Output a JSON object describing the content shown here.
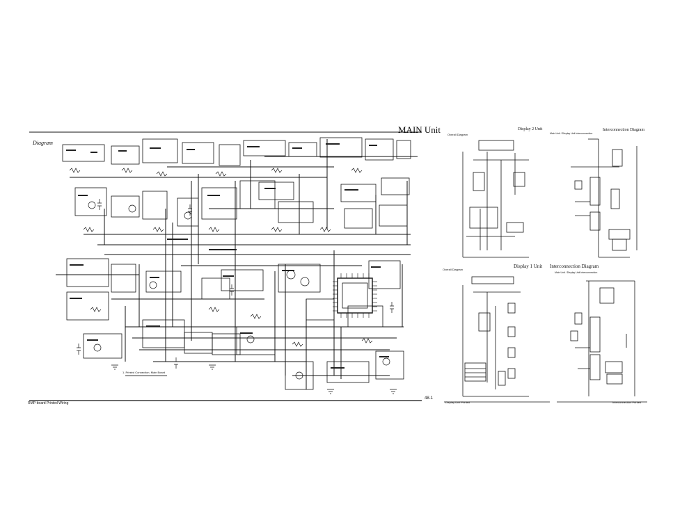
{
  "document": {
    "title": "MAIN Unit",
    "diagram_label": "Diagram",
    "page_number": "48-1",
    "footer_left": "RMP-board Printed Wiring",
    "left_note": "1. Printed Connection, Main Board"
  },
  "panels": {
    "display2_title": "Display 2 Unit",
    "interconnection_top_title": "Interconnection Diagram",
    "display1_title": "Display 1 Unit",
    "interconnection_bottom_title": "Interconnection Diagram",
    "top_left_subtitle": "Overall Diagram",
    "bottom_left_subtitle": "Overall Diagram",
    "top_right_subtitle": "Main Unit / Display Unit Interconnection",
    "bottom_right_subtitle": "Main Unit / Display Unit Interconnection",
    "bottom_left_footer": "Display Unit Printed",
    "bottom_right_footer": "Interconnection Printed"
  },
  "colors": {
    "ink": "#111111",
    "paper": "#ffffff"
  }
}
